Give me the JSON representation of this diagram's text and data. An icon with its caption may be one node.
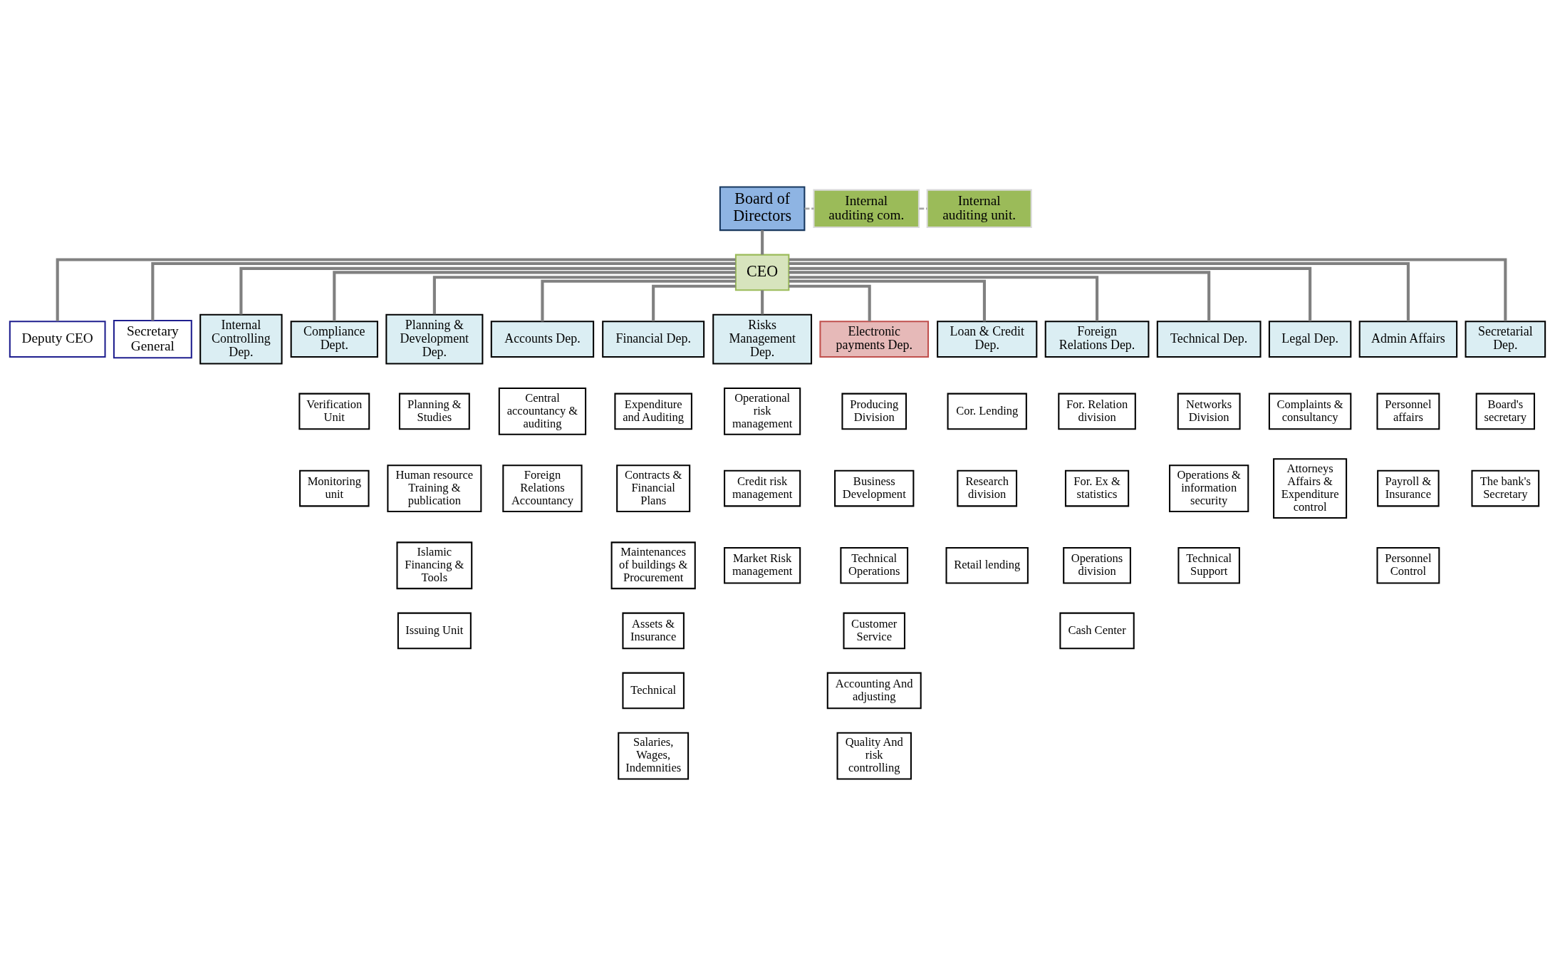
{
  "diagram": {
    "nodes": [
      {
        "text": [
          "Board of Directors"
        ]
      },
      {
        "text": [
          "CEO"
        ]
      },
      {
        "text": [
          "Internal auditing com."
        ]
      },
      {
        "text": [
          "Internal auditing unit."
        ]
      },
      {
        "text": [
          "Deputy CEO"
        ]
      },
      {
        "text": [
          "Secretary General"
        ]
      },
      {
        "text": [
          "Internal Controlling Dep."
        ]
      },
      {
        "text": [
          "Compliance Dept."
        ]
      },
      {
        "text": [
          "Planning & Development Dep."
        ]
      },
      {
        "text": [
          "Accounts Dep."
        ]
      },
      {
        "text": [
          "Financial Dep."
        ]
      },
      {
        "text": [
          "Risks Management Dep."
        ]
      },
      {
        "text": [
          "Electronic payments Dep."
        ]
      },
      {
        "text": [
          "Loan & Credit Dep."
        ]
      },
      {
        "text": [
          "Foreign Relations Dep."
        ]
      },
      {
        "text": [
          "Technical Dep."
        ]
      },
      {
        "text": [
          "Legal Dep."
        ]
      },
      {
        "text": [
          "Admin Affairs"
        ]
      },
      {
        "text": [
          "Secretarial Dep."
        ]
      },
      {
        "text": [
          "Verification Unit"
        ]
      },
      {
        "text": [
          "Monitoring unit"
        ]
      },
      {
        "text": [
          "Planning & Studies"
        ]
      },
      {
        "text": [
          "Human resource Training & publication"
        ]
      },
      {
        "text": [
          "Islamic Financing & Tools"
        ]
      },
      {
        "text": [
          "Issuing Unit"
        ]
      },
      {
        "text": [
          "Central accountancy & auditing"
        ]
      },
      {
        "text": [
          "Foreign Relations Accountancy"
        ]
      },
      {
        "text": [
          "Expenditure and Auditing"
        ]
      },
      {
        "text": [
          "Contracts & Financial Plans"
        ]
      },
      {
        "text": [
          "Maintenances of buildings & Procurement"
        ]
      },
      {
        "text": [
          "Assets & Insurance"
        ]
      },
      {
        "text": [
          "Technical"
        ]
      },
      {
        "text": [
          "Salaries, Wages, Indemnities"
        ]
      },
      {
        "text": [
          "Operational risk management"
        ]
      },
      {
        "text": [
          "Credit risk management"
        ]
      },
      {
        "text": [
          "Market Risk management"
        ]
      },
      {
        "text": [
          "Producing Division"
        ]
      },
      {
        "text": [
          "Business Development"
        ]
      },
      {
        "text": [
          "Technical Operations"
        ]
      },
      {
        "text": [
          "Customer Service"
        ]
      },
      {
        "text": [
          "Accounting And adjusting"
        ]
      },
      {
        "text": [
          "Quality And risk controlling"
        ]
      },
      {
        "text": [
          "Cor. Lending"
        ]
      },
      {
        "text": [
          "Research division"
        ]
      },
      {
        "text": [
          "Retail lending"
        ]
      },
      {
        "text": [
          "For. Relation division"
        ]
      },
      {
        "text": [
          "For. Ex & statistics"
        ]
      },
      {
        "text": [
          "Operations division"
        ]
      },
      {
        "text": [
          "Cash Center"
        ]
      },
      {
        "text": [
          "Networks Division"
        ]
      },
      {
        "text": [
          "Operations & information security"
        ]
      },
      {
        "text": [
          "Technical Support"
        ]
      },
      {
        "text": [
          "Complaints & consultancy"
        ]
      },
      {
        "text": [
          "Attorneys Affairs & Expenditure control"
        ]
      },
      {
        "text": [
          "Personnel affairs"
        ]
      },
      {
        "text": [
          "Payroll & Insurance"
        ]
      },
      {
        "text": [
          "Personnel Control"
        ]
      },
      {
        "text": [
          "Board's secretary"
        ]
      },
      {
        "text": [
          "The bank's Secretary"
        ]
      }
    ],
    "edges": [
      {
        "from": 0,
        "to": 1,
        "arrow": "none"
      },
      {
        "from": 0,
        "to": 2,
        "arrow": "none",
        "style": "dashed",
        "color": "#a6a6a6"
      },
      {
        "from": 2,
        "to": 3,
        "arrow": "none",
        "style": "dashed",
        "color": "#a6a6a6"
      },
      {
        "from": 1,
        "to": 4,
        "arrow": "none"
      },
      {
        "from": 1,
        "to": 5,
        "arrow": "none"
      },
      {
        "from": 1,
        "to": 6,
        "arrow": "none"
      },
      {
        "from": 1,
        "to": 7,
        "arrow": "none"
      },
      {
        "from": 1,
        "to": 8,
        "arrow": "none"
      },
      {
        "from": 1,
        "to": 9,
        "arrow": "none"
      },
      {
        "from": 1,
        "to": 10,
        "arrow": "none"
      },
      {
        "from": 1,
        "to": 11,
        "arrow": "none"
      },
      {
        "from": 1,
        "to": 12,
        "arrow": "none"
      },
      {
        "from": 1,
        "to": 13,
        "arrow": "none"
      },
      {
        "from": 1,
        "to": 14,
        "arrow": "none"
      },
      {
        "from": 1,
        "to": 15,
        "arrow": "none"
      },
      {
        "from": 1,
        "to": 16,
        "arrow": "none"
      },
      {
        "from": 1,
        "to": 17,
        "arrow": "none"
      },
      {
        "from": 1,
        "to": 18,
        "arrow": "none"
      }
    ]
  }
}
